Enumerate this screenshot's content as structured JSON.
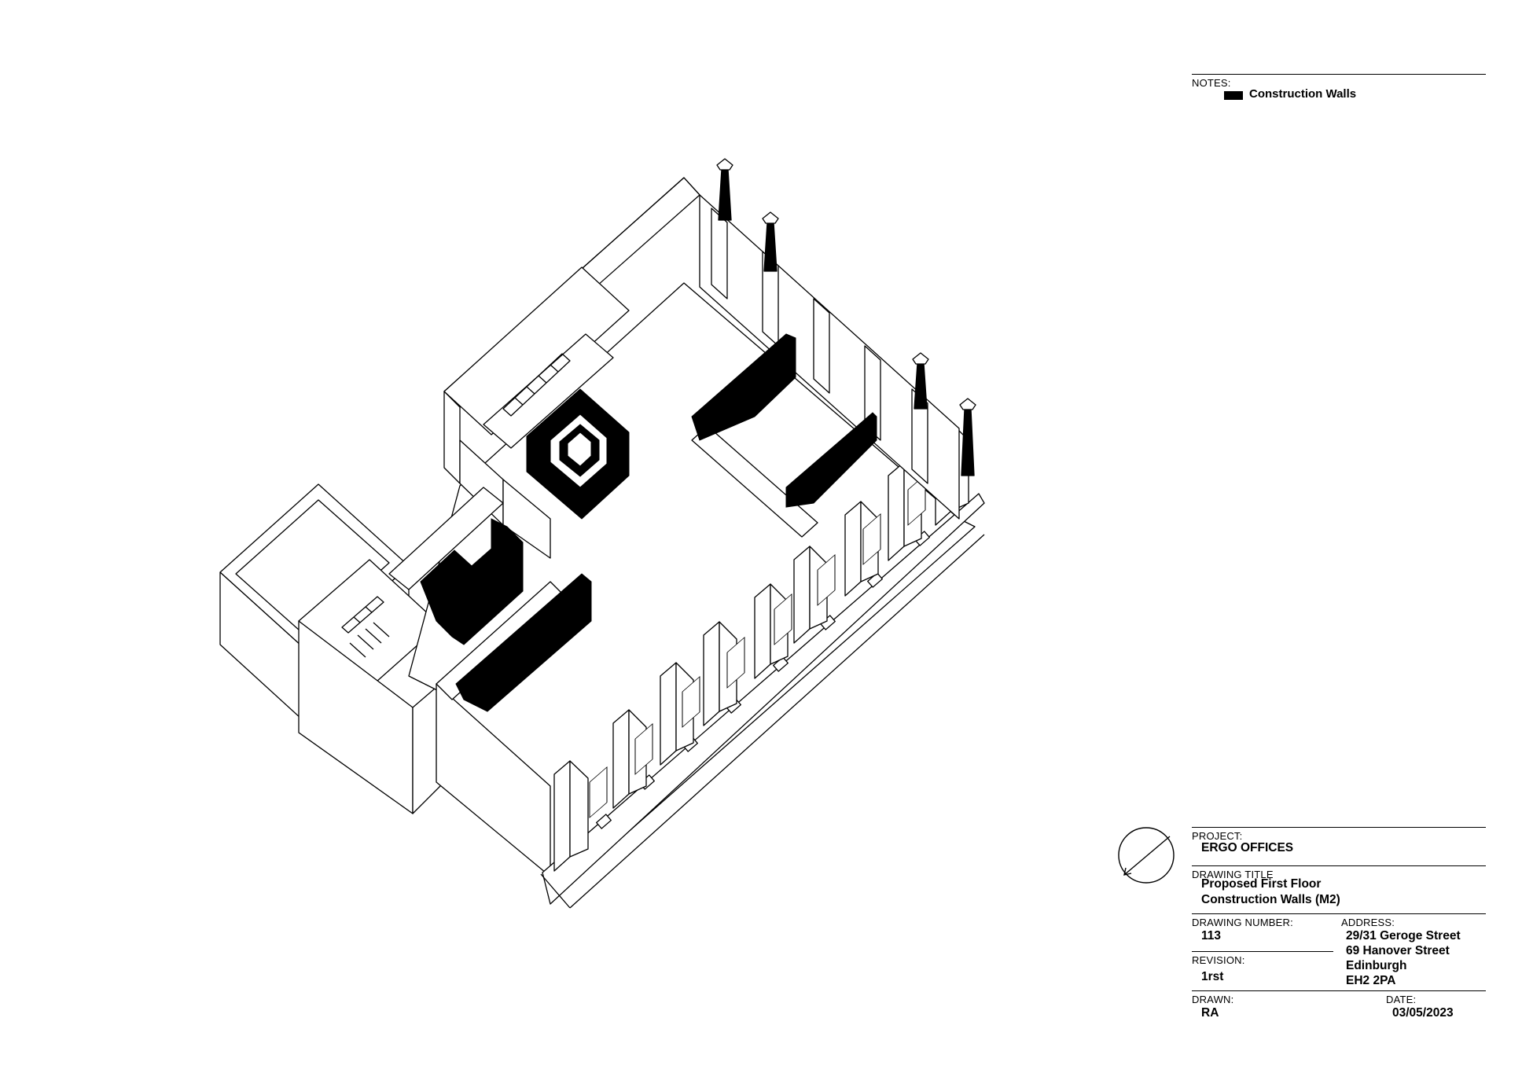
{
  "notes": {
    "heading": "NOTES:",
    "legend_label": "Construction Walls",
    "legend_color": "#000000"
  },
  "title_block": {
    "project_label": "PROJECT:",
    "project_value": "ERGO OFFICES",
    "drawing_title_label": "DRAWING TITLE",
    "drawing_title_line1": "Proposed First Floor",
    "drawing_title_line2": "Construction Walls (M2)",
    "drawing_number_label": "DRAWING NUMBER:",
    "drawing_number_value": "113",
    "revision_label": "REVISION:",
    "revision_value": "1rst",
    "address_label": "ADDRESS:",
    "address_lines": [
      "29/31 Geroge Street",
      "69 Hanover Street",
      "Edinburgh",
      "EH2 2PA"
    ],
    "drawn_label": "DRAWN:",
    "drawn_value": "RA",
    "date_label": "DATE:",
    "date_value": "03/05/2023"
  },
  "north_arrow": {
    "icon": "north-arrow-icon"
  }
}
